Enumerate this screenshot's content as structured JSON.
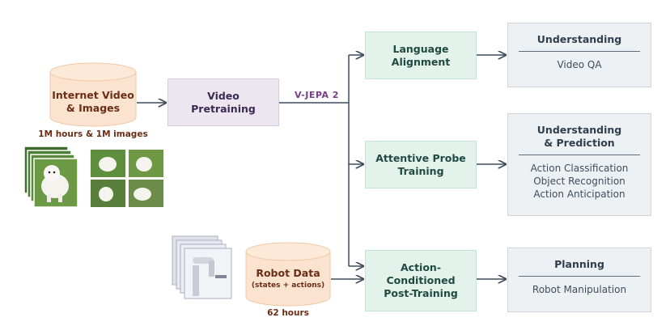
{
  "data_sources": {
    "internet": {
      "title_line1": "Internet Video",
      "title_line2": "& Images",
      "caption": "1M hours & 1M images"
    },
    "robot": {
      "title": "Robot Data",
      "subtitle": "(states + actions)",
      "caption": "62 hours"
    }
  },
  "pretraining": {
    "line1": "Video",
    "line2": "Pretraining",
    "output_label": "V-JEPA 2"
  },
  "stages": [
    {
      "lines": [
        "Language",
        "Alignment"
      ]
    },
    {
      "lines": [
        "Attentive Probe",
        "Training"
      ]
    },
    {
      "lines": [
        "Action-",
        "Conditioned",
        "Post-Training"
      ]
    }
  ],
  "results": [
    {
      "title_lines": [
        "Understanding"
      ],
      "items": [
        "Video QA"
      ]
    },
    {
      "title_lines": [
        "Understanding",
        "& Prediction"
      ],
      "items": [
        "Action Classification",
        "Object Recognition",
        "Action Anticipation"
      ]
    },
    {
      "title_lines": [
        "Planning"
      ],
      "items": [
        "Robot Manipulation"
      ]
    }
  ],
  "colors": {
    "cylinder_fill": "#fbe3cf",
    "cylinder_stroke": "#f0c9a8",
    "arrow": "#3d4b5c",
    "vjepa_label": "#7a3c8c"
  }
}
